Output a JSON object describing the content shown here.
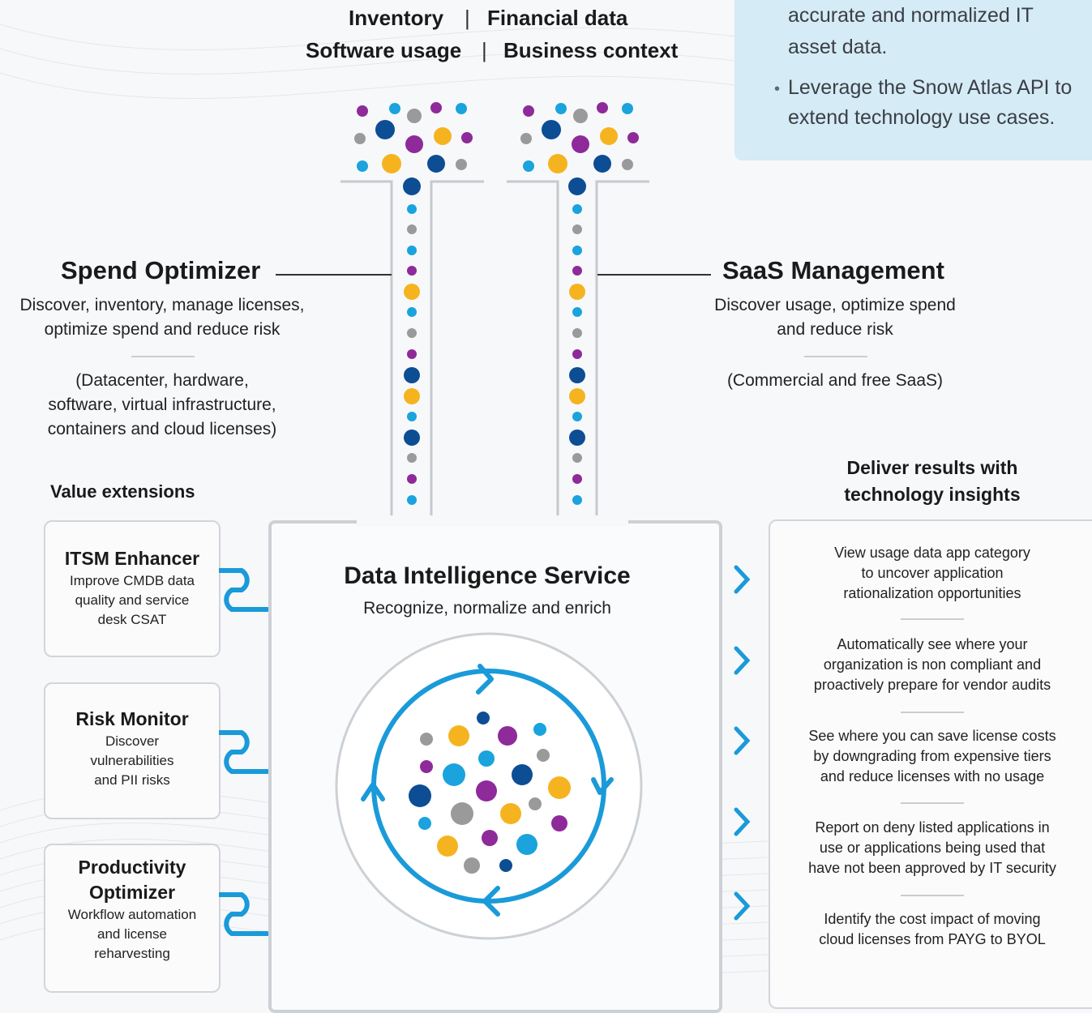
{
  "info_panel": {
    "lines": [
      "accurate and normalized IT",
      "asset data."
    ],
    "bullet_lines": [
      "Leverage the Snow Atlas API to",
      "extend technology use cases."
    ]
  },
  "top_labels": {
    "inventory": "Inventory",
    "financial": "Financial data",
    "usage": "Software usage",
    "context": "Business context",
    "separator": "|"
  },
  "spend_optimizer": {
    "title": "Spend Optimizer",
    "desc": [
      "Discover, inventory, manage licenses,",
      "optimize spend and reduce risk"
    ],
    "scope": [
      "(Datacenter, hardware,",
      "software, virtual infrastructure,",
      "containers and cloud licenses)"
    ]
  },
  "saas_management": {
    "title": "SaaS Management",
    "desc": [
      "Discover usage, optimize spend",
      "and reduce risk"
    ],
    "scope": [
      "(Commercial and free SaaS)"
    ]
  },
  "value_extensions": {
    "heading": "Value extensions",
    "items": [
      {
        "name": [
          "ITSM Enhancer"
        ],
        "desc": [
          "Improve CMDB data",
          "quality and service",
          "desk CSAT"
        ]
      },
      {
        "name": [
          "Risk Monitor"
        ],
        "desc": [
          "Discover",
          "vulnerabilities",
          "and PII risks"
        ]
      },
      {
        "name": [
          "Productivity",
          "Optimizer"
        ],
        "desc": [
          "Workflow automation",
          "and license",
          "reharvesting"
        ]
      }
    ]
  },
  "data_intelligence": {
    "title": "Data Intelligence Service",
    "subtitle": "Recognize, normalize and enrich"
  },
  "results": {
    "heading": [
      "Deliver results with",
      "technology insights"
    ],
    "items": [
      [
        "View usage data app category",
        "to uncover application",
        "rationalization opportunities"
      ],
      [
        "Automatically see where your",
        "organization is non compliant and",
        "proactively prepare for vendor audits"
      ],
      [
        "See where you can save license costs",
        "by downgrading from expensive tiers",
        "and reduce licenses with no usage"
      ],
      [
        "Report on deny listed applications in",
        "use or applications being used that",
        "have not been approved by IT security"
      ],
      [
        "Identify the cost impact of moving",
        "cloud licenses from PAYG to BYOL"
      ]
    ]
  },
  "colors": {
    "purple": "#8e2a99",
    "cyan": "#1aa3dd",
    "gray": "#9a9a9a",
    "navy": "#0d4d94",
    "yellow": "#f5b41f",
    "accent_blue": "#1a9ad9"
  }
}
